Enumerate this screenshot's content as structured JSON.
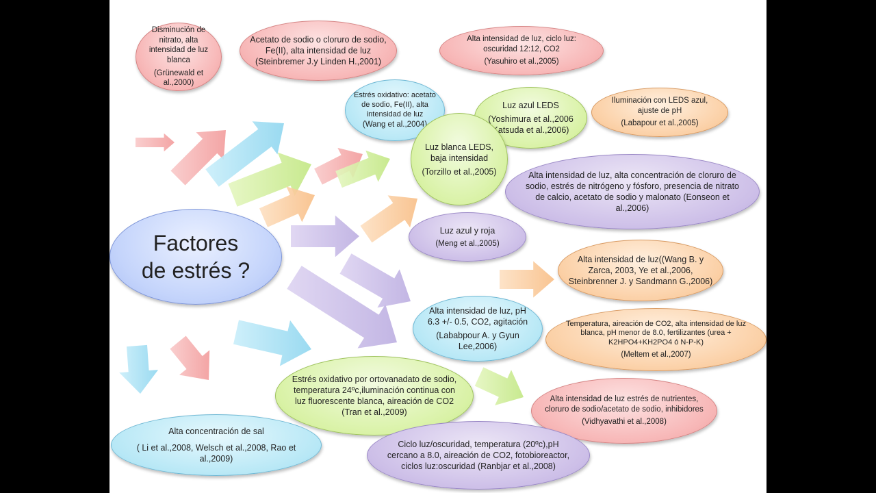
{
  "central": {
    "line1": "Factores",
    "line2": "de estrés ?"
  },
  "nodes": [
    {
      "id": "n1",
      "text": "Disminución de nitrato, alta intensidad de luz blanca",
      "ref": "(Grünewald et al.,2000)"
    },
    {
      "id": "n2",
      "text": "Acetato de sodio o cloruro de sodio, Fe(II), alta intensidad de luz (Steinbremer J.y  Linden H.,2001)",
      "ref": ""
    },
    {
      "id": "n3",
      "text": "Alta intensidad de luz, ciclo luz: oscuridad 12:12, CO2",
      "ref": "(Yasuhiro et al.,2005)"
    },
    {
      "id": "n4",
      "text": "Estrés oxidativo: acetato de sodio, Fe(II), alta intensidad de luz",
      "ref": "(Wang et al.,2004)"
    },
    {
      "id": "n5",
      "text": "Luz azul LEDS",
      "ref": "(Yoshimura  et al.,2006 Katsuda et al.,2006)"
    },
    {
      "id": "n6",
      "text": "Iluminación con LEDS azul, ajuste de  pH",
      "ref": "(Labapour et al.,2005)"
    },
    {
      "id": "n7",
      "text": "Luz blanca LEDS, baja intensidad",
      "ref": "(Torzillo et al.,2005)"
    },
    {
      "id": "n8",
      "text": "Alta intensidad de luz, alta concentración de cloruro de sodio, estrés de nitrógeno y fósforo, presencia de nitrato de calcio, acetato de sodio y malonato (Eonseon et al.,2006)",
      "ref": ""
    },
    {
      "id": "n9",
      "text": "Luz azul y roja",
      "ref": "(Meng et al.,2005)"
    },
    {
      "id": "n10",
      "text": "Alta intensidad de luz((Wang B. y Zarca, 2003, Ye et al.,2006, Steinbrenner J. y  Sandmann G.,2006)",
      "ref": ""
    },
    {
      "id": "n11",
      "text": "Alta intensidad de luz, pH 6.3 +/- 0.5, CO2, agitación",
      "ref": "(Lababpour A. y Gyun Lee,2006)"
    },
    {
      "id": "n12",
      "text": "Temperatura, aireación de CO2, alta intensidad de luz blanca, pH menor de 8.0, fertilizantes (urea + K2HPO4+KH2PO4 ó N-P-K)",
      "ref": "(Meltem et al.,2007)"
    },
    {
      "id": "n13",
      "text": "Estrés oxidativo por ortovanadato de sodio, temperatura 24ºc,iluminación continua con luz fluorescente blanca, aireación  de CO2  (Tran et al.,2009)",
      "ref": ""
    },
    {
      "id": "n14",
      "text": "Alta intensidad de luz estrés de nutrientes, cloruro de sodio/acetato de sodio, inhibidores",
      "ref": "(Vidhyavathi et al.,2008)"
    },
    {
      "id": "n15",
      "text": "Alta concentración de sal",
      "ref": "( Li et al.,2008, Welsch et al.,2008, Rao et al.,2009)"
    },
    {
      "id": "n16",
      "text": "Ciclo luz/oscuridad, temperatura (20ºc),pH cercano a 8.0, aireación de CO2, fotobioreactor, ciclos luz:oscuridad (Ranbjar et al.,2008)",
      "ref": ""
    }
  ],
  "colors": {
    "red": "#f7b6b6",
    "purple": "#cdbfe8",
    "green": "#d9f2a6",
    "orange": "#fbd0a6",
    "blue": "#b8e8f6",
    "central": "#c4d4fb"
  }
}
